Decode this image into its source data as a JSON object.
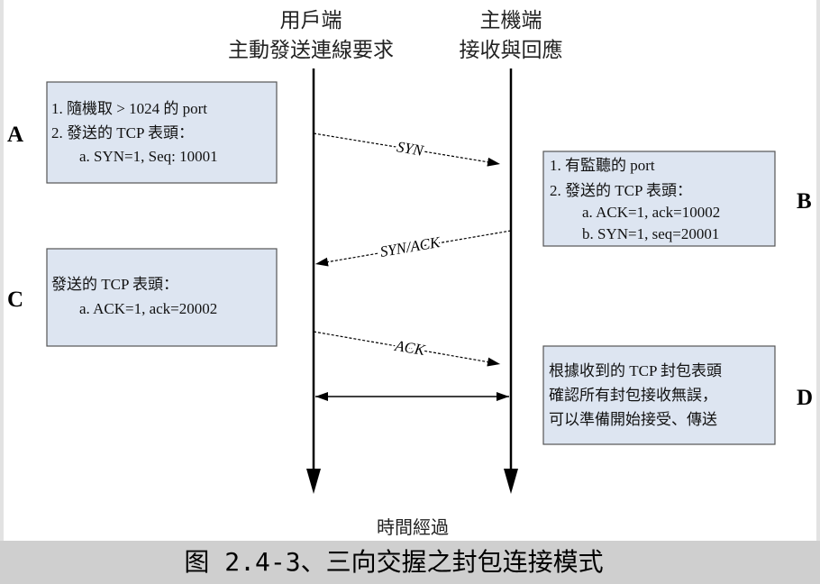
{
  "columns": {
    "client": {
      "title": "用戶端",
      "subtitle": "主動發送連線要求"
    },
    "server": {
      "title": "主機端",
      "subtitle": "接收與回應"
    }
  },
  "steps": {
    "A": {
      "label": "A",
      "lines": [
        "1. 隨機取 > 1024 的 port",
        "2. 發送的 TCP 表頭：",
        "a. SYN=1, Seq: 10001"
      ]
    },
    "B": {
      "label": "B",
      "lines": [
        "1. 有監聽的 port",
        "2. 發送的 TCP 表頭：",
        "a. ACK=1, ack=10002",
        "b. SYN=1, seq=20001"
      ]
    },
    "C": {
      "label": "C",
      "lines": [
        "發送的 TCP 表頭：",
        "a. ACK=1, ack=20002"
      ]
    },
    "D": {
      "label": "D",
      "lines": [
        "根據收到的 TCP 封包表頭",
        "確認所有封包接收無誤，",
        "可以準備開始接受、傳送"
      ]
    }
  },
  "messages": {
    "syn": "SYN",
    "syn_ack": "SYN/ACK",
    "ack": "ACK"
  },
  "time_axis_label": "時間經過",
  "caption": "图 2.4-3、三向交握之封包连接模式",
  "colors": {
    "box_fill": "#dde5f1",
    "box_border": "#555555",
    "caption_bg": "#cfcfcf",
    "line": "#000000"
  }
}
